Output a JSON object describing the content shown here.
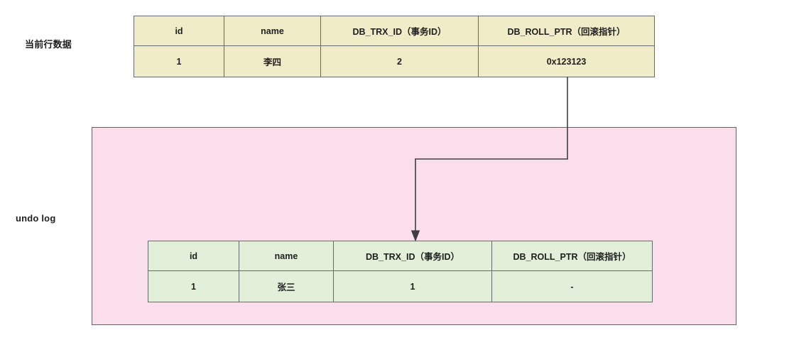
{
  "diagram": {
    "title": "MySQL InnoDB undo log rollback pointer chain",
    "colors": {
      "current_row_fill": "#f0ecc8",
      "undo_record_fill": "#e2efd9",
      "undo_log_container_fill": "#fadeeb",
      "border": "#666b70",
      "connector": "#3d4043",
      "text": "#1f1f1f"
    }
  },
  "labels": {
    "current_row": "当前行数据",
    "undo_log": "undo log"
  },
  "current_row_table": {
    "headers": [
      "id",
      "name",
      "DB_TRX_ID（事务ID）",
      "DB_ROLL_PTR（回滚指针）"
    ],
    "rows": [
      [
        "1",
        "李四",
        "2",
        "0x123123"
      ]
    ]
  },
  "undo_record_table": {
    "headers": [
      "id",
      "name",
      "DB_TRX_ID（事务ID）",
      "DB_ROLL_PTR（回滚指针）"
    ],
    "rows": [
      [
        "1",
        "张三",
        "1",
        "-"
      ]
    ]
  },
  "connector": {
    "name": "roll-ptr-arrow",
    "from": "current_row_table.DB_ROLL_PTR",
    "to": "undo_record_table.DB_TRX_ID"
  }
}
